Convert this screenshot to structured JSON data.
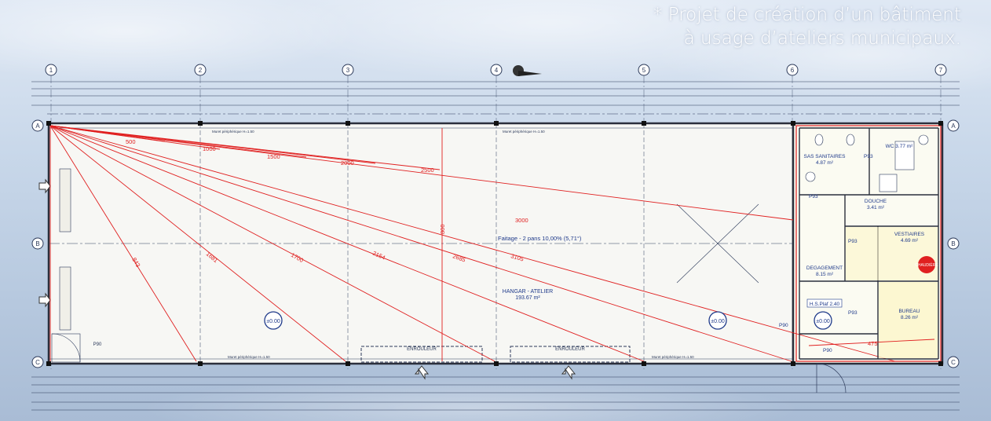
{
  "title": {
    "line1": "* Projet de création d’un bâtiment",
    "line2": "à usage d’ateliers municipaux."
  },
  "grid_axes": [
    "1",
    "2",
    "3",
    "4",
    "5",
    "6",
    "7"
  ],
  "side_axes": [
    "A",
    "B",
    "C"
  ],
  "hangar": {
    "name": "HANGAR - ATELIER",
    "area": "193.67 m²",
    "faitage": "Faitage - 2 pans 10,00% (5,71°)",
    "level": "±0.00",
    "murets": "Muret périphérique H=1.50"
  },
  "radial_dims": {
    "horizontal": [
      "500",
      "1000",
      "1500",
      "2000",
      "2500",
      "3000"
    ],
    "diagonal": [
      "843",
      "1681",
      "1700",
      "2154",
      "2685",
      "3105"
    ],
    "vertical": "800"
  },
  "rooms": {
    "sas": {
      "name": "SAS SANITAIRES",
      "area": "4.87 m²"
    },
    "wc": {
      "name": "WC 3.77 m²"
    },
    "douche": {
      "name": "DOUCHE",
      "area": "3.41 m²"
    },
    "vestiaires": {
      "name": "VESTIAIRES",
      "area": "4.69 m²"
    },
    "degagement": {
      "name": "DEGAGEMENT",
      "area": "8.15 m²"
    },
    "bureau": {
      "name": "BUREAU",
      "area": "8.26 m²"
    },
    "rack": "H.S.Plaf 2.40"
  },
  "doors": {
    "p90": "P90",
    "p93": "P93",
    "enrouleur": "ENROULEUR"
  },
  "misc": {
    "chaudiere": "CHAUDIÈRE",
    "dim_475": "475"
  },
  "colors": {
    "plan_line": "#2c3a5a",
    "dimension_red": "#e02020",
    "floor": "#f7f7f4",
    "wall": "#2b2f3c"
  }
}
